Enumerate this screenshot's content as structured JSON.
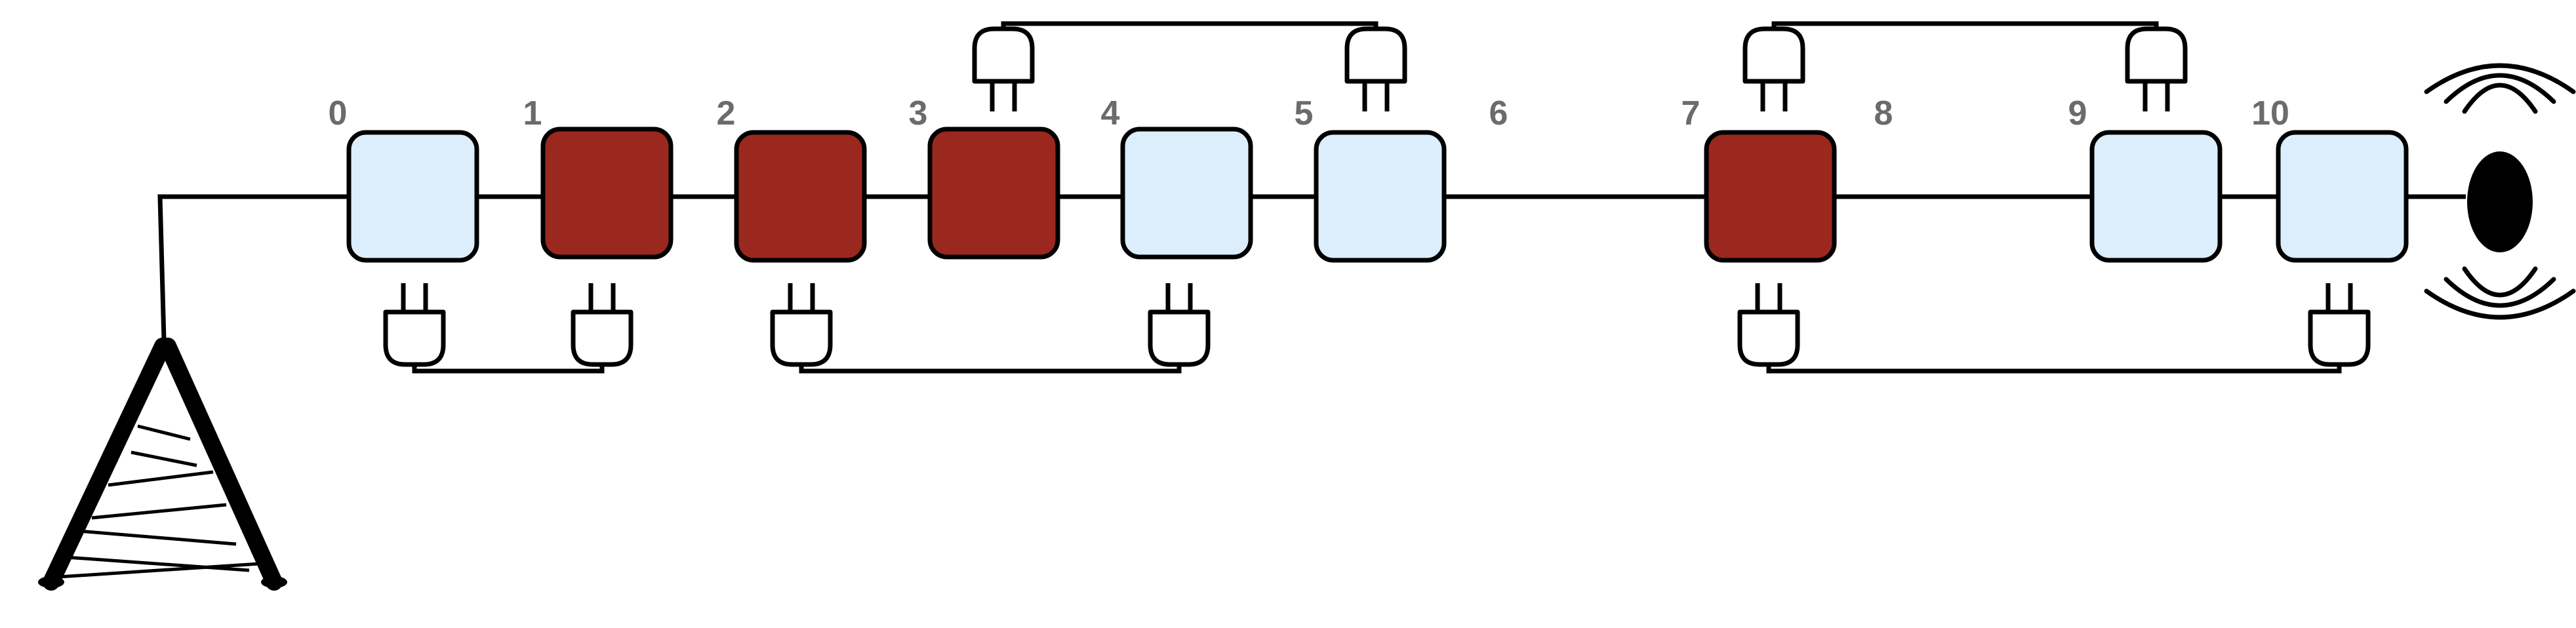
{
  "colors": {
    "background": "#ffffff",
    "stroke": "#000000",
    "box_light": "#dceefb",
    "box_red": "#9a281e",
    "label": "#6b6b6b"
  },
  "diagram": {
    "source_icon": "radio-tower-icon",
    "sink_icon": "broadcast-antenna-icon",
    "plug_icon": "power-plug-icon",
    "boxes": [
      {
        "label": "0",
        "state": "light"
      },
      {
        "label": "1",
        "state": "red"
      },
      {
        "label": "2",
        "state": "red"
      },
      {
        "label": "3",
        "state": "red"
      },
      {
        "label": "4",
        "state": "light"
      },
      {
        "label": "5",
        "state": "light"
      },
      {
        "label": "6",
        "state": "none"
      },
      {
        "label": "7",
        "state": "red"
      },
      {
        "label": "8",
        "state": "none"
      },
      {
        "label": "9",
        "state": "light"
      },
      {
        "label": "10",
        "state": "light"
      }
    ],
    "plug_links": [
      {
        "from": 0,
        "to": 1,
        "side": "bottom"
      },
      {
        "from": 2,
        "to": 4,
        "side": "bottom"
      },
      {
        "from": 3,
        "to": 5,
        "side": "top"
      },
      {
        "from": 7,
        "to": 9,
        "side": "top"
      },
      {
        "from": 7,
        "to": 10,
        "side": "bottom"
      }
    ]
  }
}
